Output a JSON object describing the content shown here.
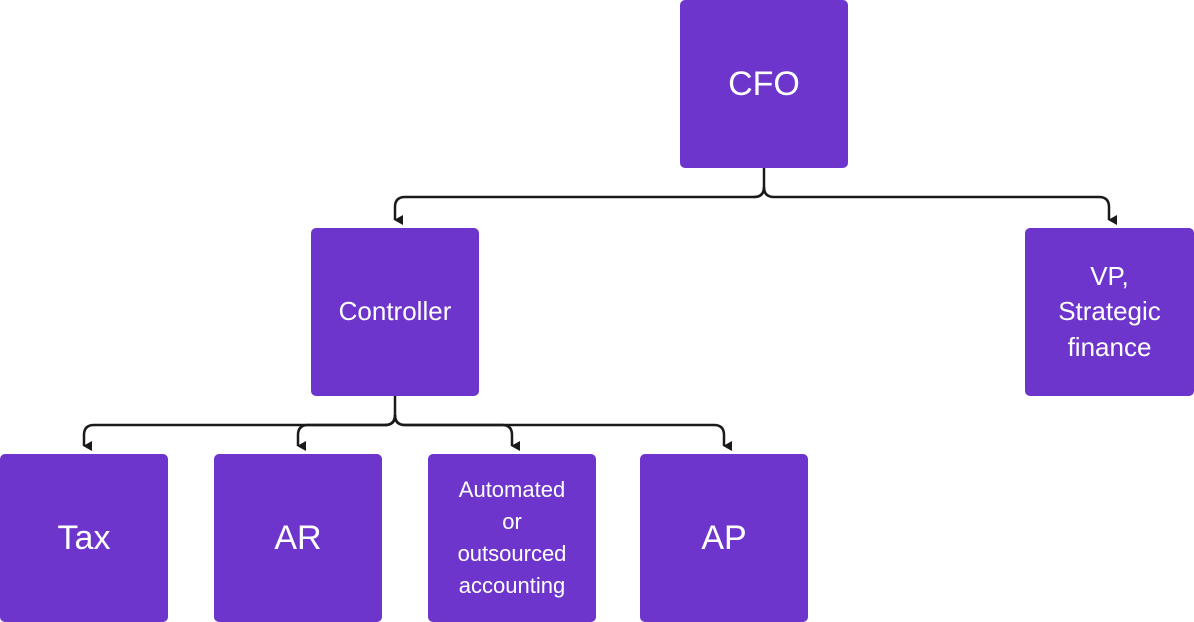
{
  "diagram": {
    "nodes": {
      "cfo": "CFO",
      "controller": "Controller",
      "vp_strategic_finance": "VP,\nStrategic\nfinance",
      "tax": "Tax",
      "ar": "AR",
      "automated_accounting": "Automated\nor\noutsourced\naccounting",
      "ap": "AP"
    },
    "edges": [
      [
        "CFO",
        "Controller"
      ],
      [
        "CFO",
        "VP, Strategic finance"
      ],
      [
        "Controller",
        "Tax"
      ],
      [
        "Controller",
        "AR"
      ],
      [
        "Controller",
        "Automated or outsourced accounting"
      ],
      [
        "Controller",
        "AP"
      ]
    ],
    "colors": {
      "node_fill": "#6e35cc",
      "node_text": "#ffffff",
      "connector": "#1a1a1a"
    }
  }
}
